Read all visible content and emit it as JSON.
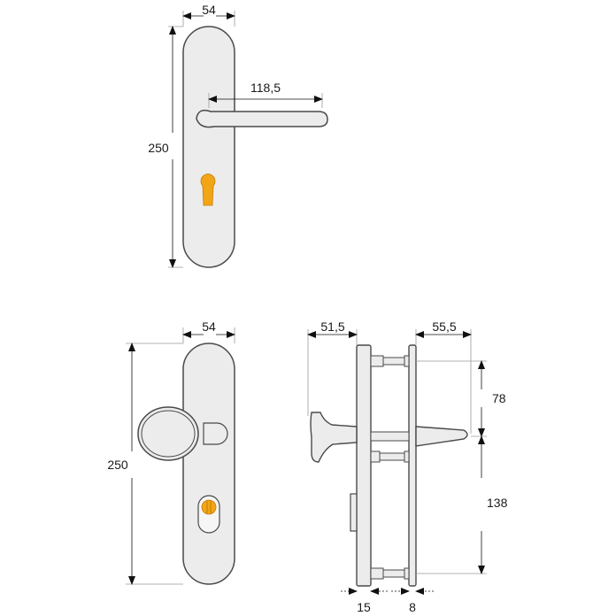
{
  "diagram": {
    "type": "technical-drawing",
    "subject": "door handle set (lever / knob) with dimensions",
    "colors": {
      "plate_fill": "#ececec",
      "outline": "#4a4a4a",
      "cylinder_cutout": "#f2a516",
      "dimension_line": "#9a9a9a",
      "arrow": "#111111"
    },
    "views": [
      {
        "id": "lever-front",
        "name": "Lever handle front view",
        "dimensions": {
          "width": "54",
          "height": "250",
          "lever_length": "118,5"
        }
      },
      {
        "id": "knob-front",
        "name": "Knob plate front view",
        "dimensions": {
          "width": "54",
          "height": "250"
        }
      },
      {
        "id": "side-view",
        "name": "Side section view",
        "dimensions": {
          "knob_projection": "51,5",
          "lever_projection": "55,5",
          "upper_spacing": "78",
          "lower_spacing": "138",
          "outer_plate_thickness": "15",
          "inner_plate_thickness": "8"
        }
      }
    ]
  }
}
